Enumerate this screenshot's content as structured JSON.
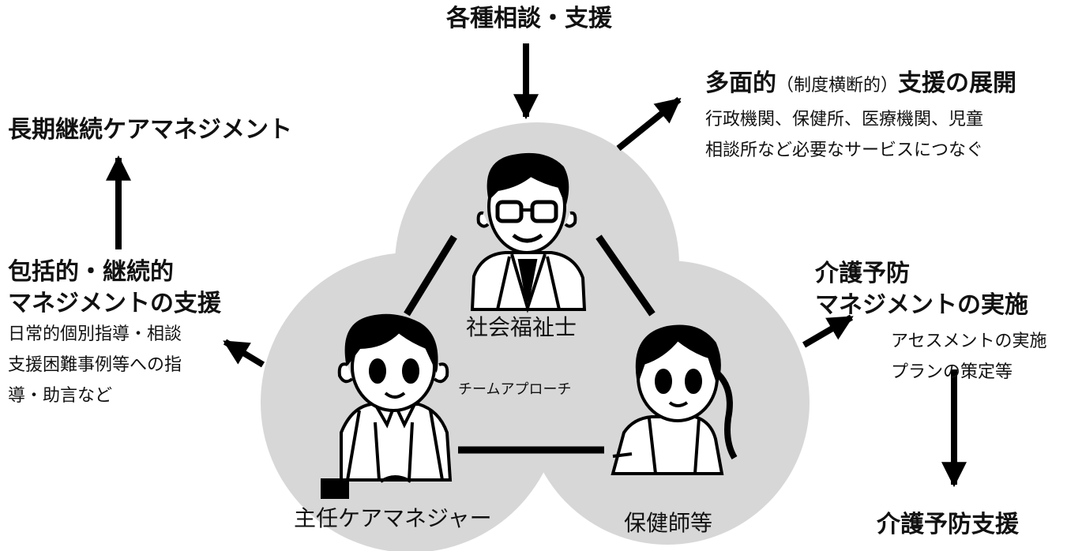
{
  "top": {
    "consultation": "各種相談・支援"
  },
  "top_right": {
    "title_bold_1": "多面的",
    "title_paren": "（制度横断的）",
    "title_bold_2": "支援の展開",
    "desc_line1": "行政機関、保健所、医療機関、児童",
    "desc_line2": "相談所など必要なサービスにつなぐ"
  },
  "top_left": {
    "title": "長期継続ケアマネジメント"
  },
  "left": {
    "title_line1": "包括的・継続的",
    "title_line2": "マネジメントの支援",
    "desc_line1": "日常的個別指導・相談",
    "desc_line2": "支援困難事例等への指",
    "desc_line3": "導・助言など"
  },
  "right": {
    "title_line1": "介護予防",
    "title_line2": "マネジメントの実施",
    "desc_line1": "アセスメントの実施",
    "desc_line2": "プランの策定等"
  },
  "bottom_right": {
    "title": "介護予防支援"
  },
  "center": {
    "team_approach": "チームアプローチ",
    "social_worker": "社会福祉士",
    "care_manager": "主任ケアマネジャー",
    "public_health_nurse": "保健師等"
  },
  "colors": {
    "circle_fill": "#d7d7d7",
    "line": "#000000",
    "text": "#111111"
  }
}
